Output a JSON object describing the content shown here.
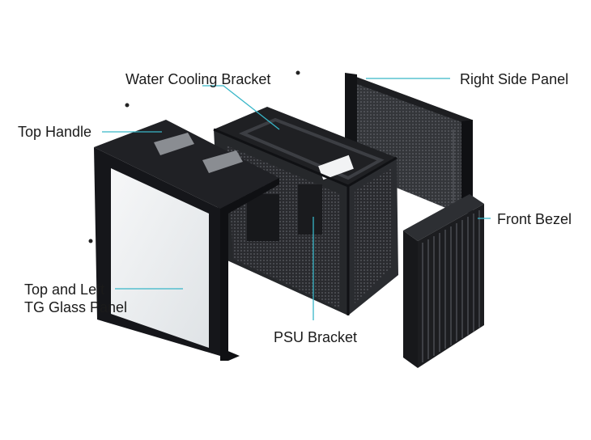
{
  "labels": {
    "water_cooling_bracket": "Water Cooling Bracket",
    "right_side_panel": "Right Side Panel",
    "top_handle": "Top Handle",
    "front_bezel": "Front Bezel",
    "top_left_glass_line1": "Top and Left",
    "top_left_glass_line2": "TG Glass Panel",
    "psu_bracket": "PSU Bracket"
  },
  "colors": {
    "leader_line": "#38b6c8",
    "metal_dark": "#1c1d20",
    "metal_mid": "#2c2e32",
    "glass": "#e9ecee",
    "background": "#ffffff"
  }
}
